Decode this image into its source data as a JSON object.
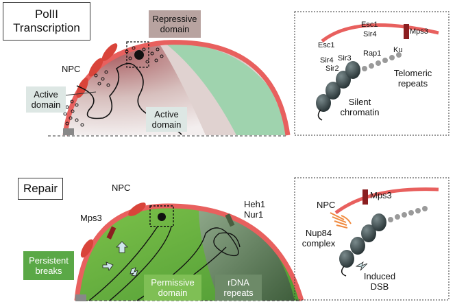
{
  "top": {
    "title_line1": "PolII",
    "title_line2": "Transcription",
    "repressive_domain": "Repressive\ndomain",
    "npc": "NPC",
    "active_domain_left": "Active\ndomain",
    "active_domain_center": "Active\ndomain",
    "inset": {
      "esc1_top": "Esc1",
      "sir4_top": "Sir4",
      "mps3": "Mps3",
      "esc1_left": "Esc1",
      "rap1": "Rap1",
      "ku": "Ku",
      "sir4": "Sir4",
      "sir3": "Sir3",
      "sir2": "Sir2",
      "telomeric_repeats": "Telomeric\nrepeats",
      "silent_chromatin": "Silent\nchromatin"
    }
  },
  "bottom": {
    "title": "Repair",
    "npc": "NPC",
    "mps3": "Mps3",
    "heh1": "Heh1",
    "nur1": "Nur1",
    "persistent_breaks": "Persistent\nbreaks",
    "permissive_domain": "Permissive\ndomain",
    "rdna_repeats": "rDNA\nrepeats",
    "inset": {
      "mps3": "Mps3",
      "npc": "NPC",
      "nup84_complex": "Nup84\ncomplex",
      "induced_dsb": "Induced\nDSB"
    }
  },
  "colors": {
    "envelope": "#e8605e",
    "pore": "#d9443a",
    "repressive_box": "#b8a3a0",
    "active_box": "#dde7e4",
    "nucleolus_top": "#9fd3ae",
    "repair_green": "#5fa83a",
    "rdna_gray": "#6d8a68",
    "persistent_box": "#5aa846"
  }
}
